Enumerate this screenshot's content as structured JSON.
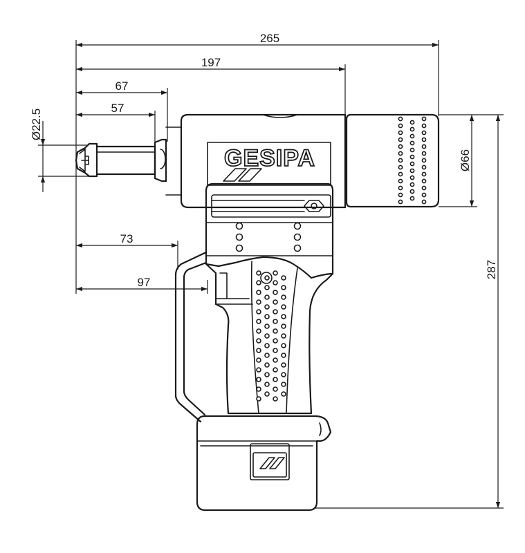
{
  "brand": {
    "logo_text": "GESIPA"
  },
  "dimensions": {
    "overall_length": "265",
    "length_to_motor": "197",
    "nose_to_shoulder": "67",
    "nose_length": "57",
    "nose_diameter": "Ø22.5",
    "motor_diameter": "Ø66",
    "overall_height": "287",
    "handle_offset": "73",
    "trigger_offset": "97"
  }
}
